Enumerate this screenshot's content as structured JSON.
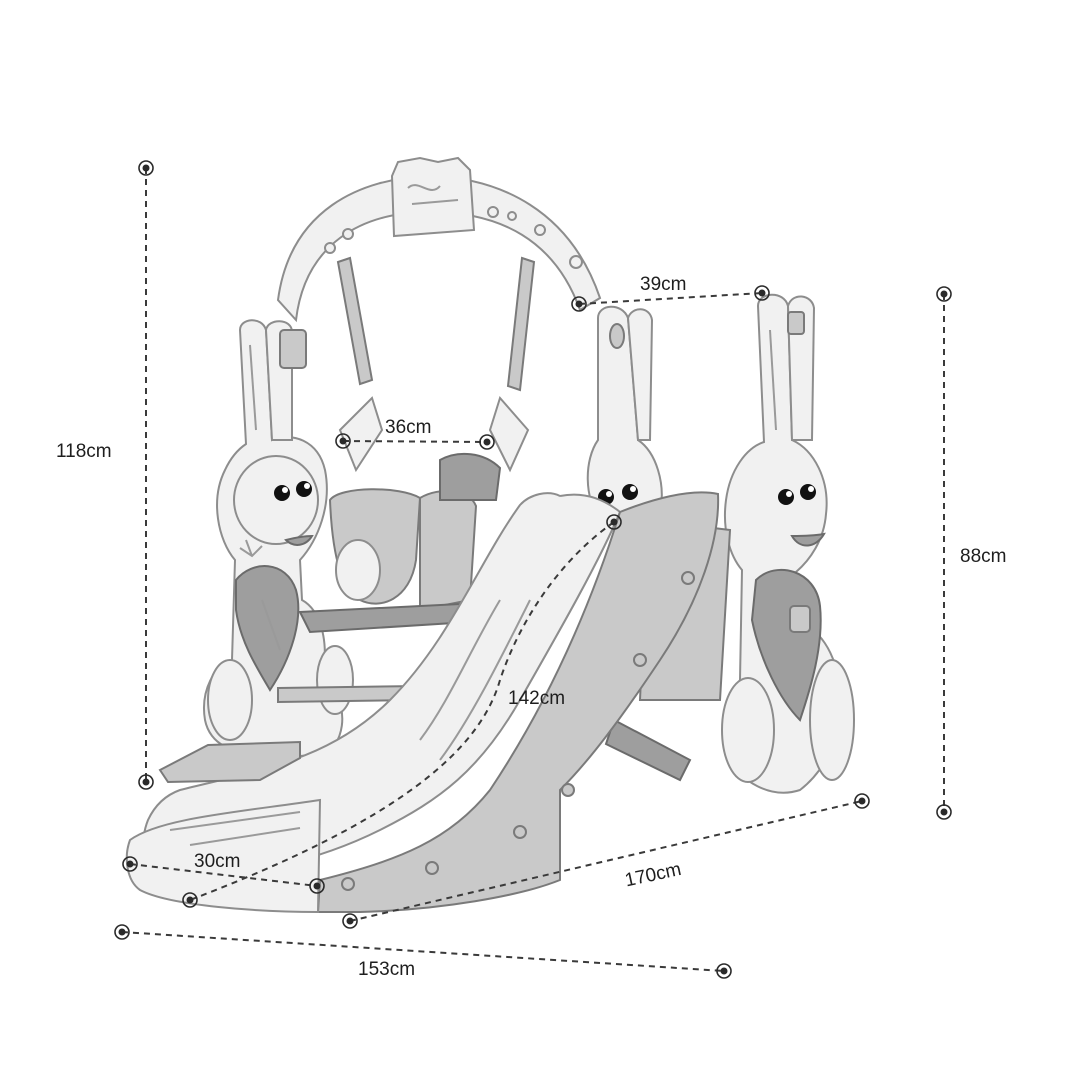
{
  "dimensions": {
    "total_height": "118cm",
    "side_height": "88cm",
    "top_width": "39cm",
    "seat_width": "36cm",
    "slide_length": "142cm",
    "slide_width": "30cm",
    "depth": "170cm",
    "front_width": "153cm"
  },
  "colors": {
    "frame": "#f1f1f1",
    "slide": "#c9c9c9",
    "accent": "#9e9e9e",
    "dimension_line": "#3a3a3a"
  }
}
